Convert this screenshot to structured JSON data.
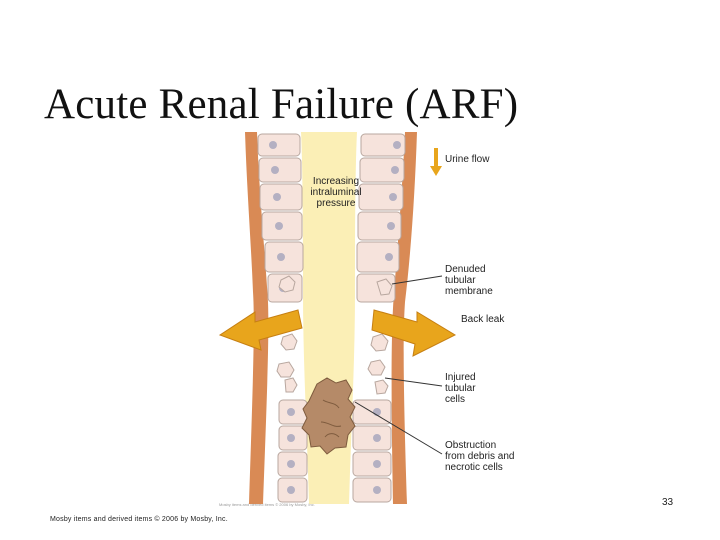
{
  "slide": {
    "title": "Acute Renal Failure (ARF)",
    "number": "33",
    "copyright": "Mosby items and derived items © 2006 by Mosby, Inc."
  },
  "figure": {
    "lumen_label": "Increasing\nintraluminal\npressure",
    "labels": {
      "urine_flow": "Urine flow",
      "denuded": "Denuded\ntubular\nmembrane",
      "back_leak": "Back leak",
      "injured": "Injured\ntubular\ncells",
      "obstruction": "Obstruction\nfrom debris and\nnecrotic cells"
    },
    "credit": "Mosby items and derived items © 2006 by Mosby, Inc.",
    "colors": {
      "wall": "#d98a55",
      "lumen": "#fbefb6",
      "cell_fill": "#f6e3dc",
      "nucleus": "#b4b0c2",
      "arrow": "#e8a51c",
      "debris": "#b58a68"
    }
  }
}
